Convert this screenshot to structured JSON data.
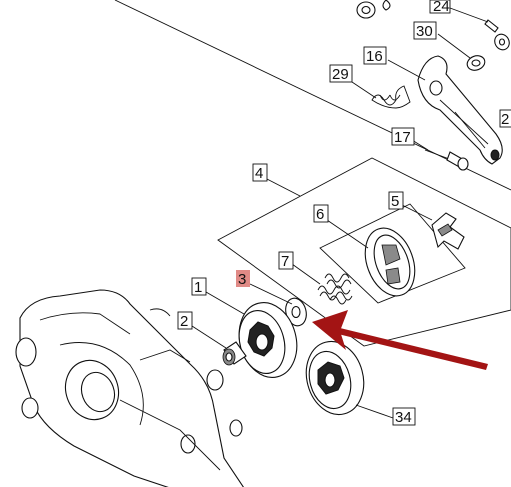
{
  "labels": {
    "p1": "1",
    "p2": "2",
    "p3": "3",
    "p4": "4",
    "p5": "5",
    "p6": "6",
    "p7": "7",
    "p16": "16",
    "p17": "17",
    "p24": "24",
    "p29": "29",
    "p30": "30",
    "p34": "34",
    "p_edge": "2"
  },
  "colors": {
    "highlight_box": "#e08a86",
    "arrow": "#a31414",
    "line": "#111111"
  }
}
